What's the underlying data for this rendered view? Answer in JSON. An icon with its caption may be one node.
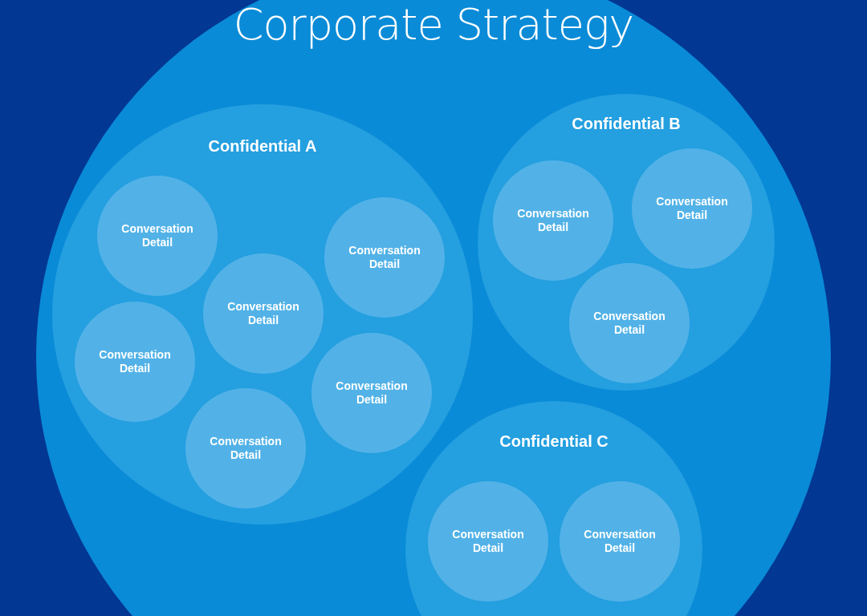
{
  "diagram": {
    "nodes": [
      {
        "text": [
          "Corporate Strategy"
        ]
      },
      {
        "text": [
          "Confidential A"
        ],
        "in": 0
      },
      {
        "text": [
          "Conversation Detail"
        ],
        "in": 1
      },
      {
        "text": [
          "Conversation Detail"
        ],
        "in": 1
      },
      {
        "text": [
          "Conversation Detail"
        ],
        "in": 1
      },
      {
        "text": [
          "Conversation Detail"
        ],
        "in": 1
      },
      {
        "text": [
          "Conversation Detail"
        ],
        "in": 1
      },
      {
        "text": [
          "Conversation Detail"
        ],
        "in": 1
      },
      {
        "text": [
          "Confidential B"
        ],
        "in": 0
      },
      {
        "text": [
          "Conversation Detail"
        ],
        "in": 8
      },
      {
        "text": [
          "Conversation Detail"
        ],
        "in": 8
      },
      {
        "text": [
          "Conversation Detail"
        ],
        "in": 8
      },
      {
        "text": [
          "Confidential C"
        ],
        "in": 0
      },
      {
        "text": [
          "Conversation Detail"
        ],
        "in": 12
      },
      {
        "text": [
          "Conversation Detail"
        ],
        "in": 12
      }
    ]
  }
}
